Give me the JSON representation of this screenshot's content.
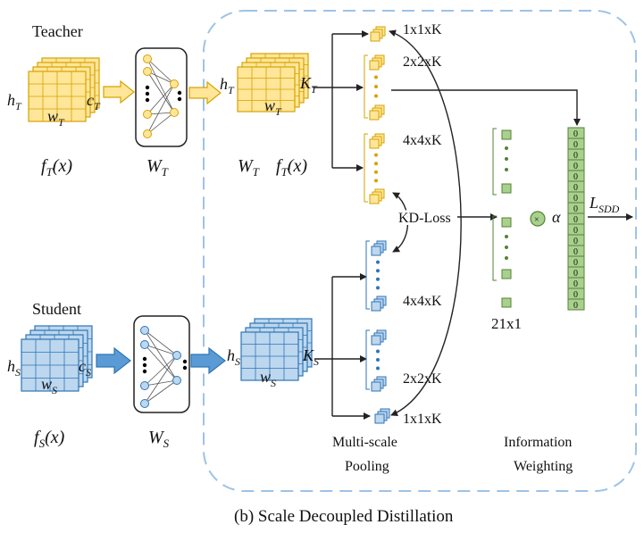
{
  "teacher_label": "Teacher",
  "student_label": "Student",
  "teacher": {
    "h": "h",
    "h_sub": "T",
    "w": "w",
    "w_sub": "T",
    "c": "c",
    "c_sub": "T",
    "k": "K",
    "k_sub": "T",
    "W": "W",
    "W_sub": "T",
    "f": "f",
    "f_sub": "T",
    "f_arg": "(x)"
  },
  "student": {
    "h": "h",
    "h_sub": "S",
    "w": "w",
    "w_sub": "S",
    "c": "c",
    "c_sub": "S",
    "k": "K",
    "k_sub": "S",
    "W": "W",
    "W_sub": "S",
    "f": "f",
    "f_sub": "S",
    "f_arg": "(x)"
  },
  "pool_labels": {
    "t1": "1x1xK",
    "t2": "2x2xK",
    "t4": "4x4xK",
    "s4": "4x4xK",
    "s2": "2x2xK",
    "s1": "1x1xK"
  },
  "kd_loss": "KD-Loss",
  "vector_label": "21x1",
  "alpha": "α",
  "loss": "L",
  "loss_sub": "SDD",
  "weight_value": "0",
  "multiscale_label": [
    "Multi-scale",
    "Pooling"
  ],
  "info_label": [
    "Information",
    "Weighting"
  ],
  "caption": "(b) Scale Decoupled Distillation",
  "colors": {
    "teacher_fill": "#ffe699",
    "teacher_stroke": "#d6a200",
    "student_fill": "#bdd7ee",
    "student_stroke": "#2e75b6",
    "green_fill": "#a9d18e",
    "green_stroke": "#548235",
    "dashed_border": "#9dc3e6",
    "arrow": "#222222"
  }
}
